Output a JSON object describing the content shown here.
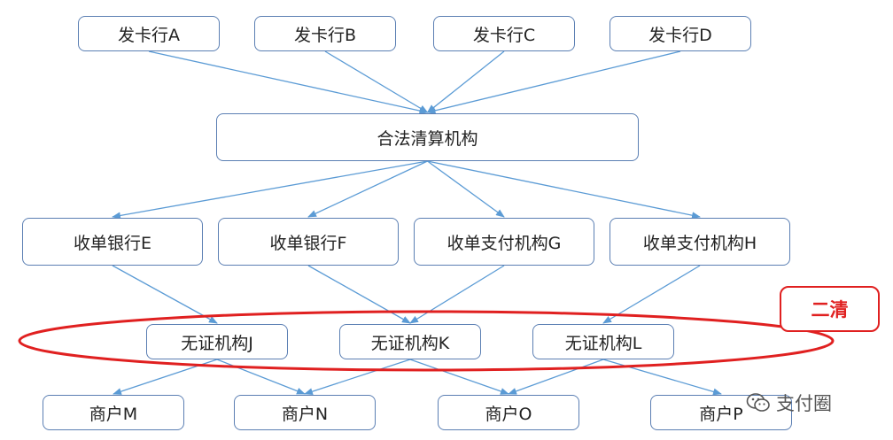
{
  "issuers": [
    "发卡行A",
    "发卡行B",
    "发卡行C",
    "发卡行D"
  ],
  "clearing": "合法清算机构",
  "acquirers": [
    "收单银行E",
    "收单银行F",
    "收单支付机构G",
    "收单支付机构H"
  ],
  "unlicensed": [
    "无证机构J",
    "无证机构K",
    "无证机构L"
  ],
  "merchants": [
    "商户M",
    "商户N",
    "商户O",
    "商户P"
  ],
  "secondary_clearing_label": "二清",
  "watermark": "支付圈",
  "colors": {
    "arrow": "#5b9bd5",
    "box_border": "#5b7fb3",
    "highlight": "#e02020"
  },
  "edges": [
    [
      "发卡行A",
      "合法清算机构"
    ],
    [
      "发卡行B",
      "合法清算机构"
    ],
    [
      "发卡行C",
      "合法清算机构"
    ],
    [
      "发卡行D",
      "合法清算机构"
    ],
    [
      "合法清算机构",
      "收单银行E"
    ],
    [
      "合法清算机构",
      "收单银行F"
    ],
    [
      "合法清算机构",
      "收单支付机构G"
    ],
    [
      "合法清算机构",
      "收单支付机构H"
    ],
    [
      "收单银行E",
      "无证机构J"
    ],
    [
      "收单银行F",
      "无证机构K"
    ],
    [
      "收单支付机构G",
      "无证机构K"
    ],
    [
      "收单支付机构H",
      "无证机构L"
    ],
    [
      "无证机构J",
      "商户M"
    ],
    [
      "无证机构J",
      "商户N"
    ],
    [
      "无证机构K",
      "商户N"
    ],
    [
      "无证机构K",
      "商户O"
    ],
    [
      "无证机构L",
      "商户O"
    ],
    [
      "无证机构L",
      "商户P"
    ]
  ]
}
